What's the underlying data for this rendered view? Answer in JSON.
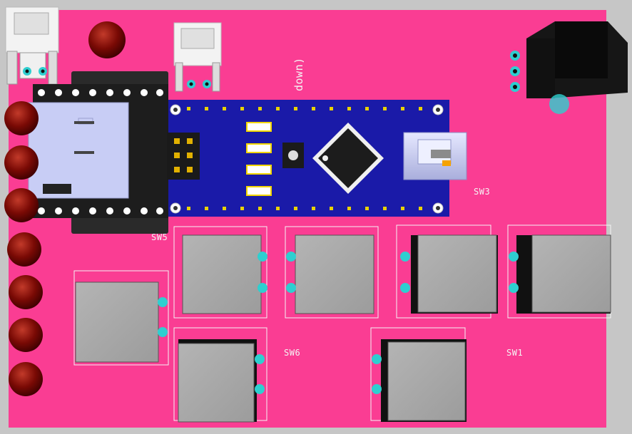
{
  "board": {
    "colors": {
      "background": "#c6c6c6",
      "pcb": "#fa3d93",
      "silkscreen": "#f4f4f4",
      "pad": "#2ecfd0",
      "arduino": "#1a1aa8",
      "led": "#7a0000",
      "switch_cap": "#a9a9a9",
      "header": "#222222",
      "sd_card": "#c8cdf5"
    },
    "silkscreen": {
      "sw1": "SW1",
      "sw3": "SW3",
      "sw5": "SW5",
      "sw6": "SW6",
      "rotated_text": "down)"
    },
    "components": {
      "arduino_nano": "arduino-nano-board",
      "microcontroller": "chip-icon",
      "usb": "mini-usb-connector",
      "sd_module": "micro-sd-card-module",
      "buzzer_jack": "audio-jack-icon",
      "connectors": "jst-connector-icon",
      "leds": "red-led-icon",
      "switches": "tactile-switch-icon"
    }
  }
}
